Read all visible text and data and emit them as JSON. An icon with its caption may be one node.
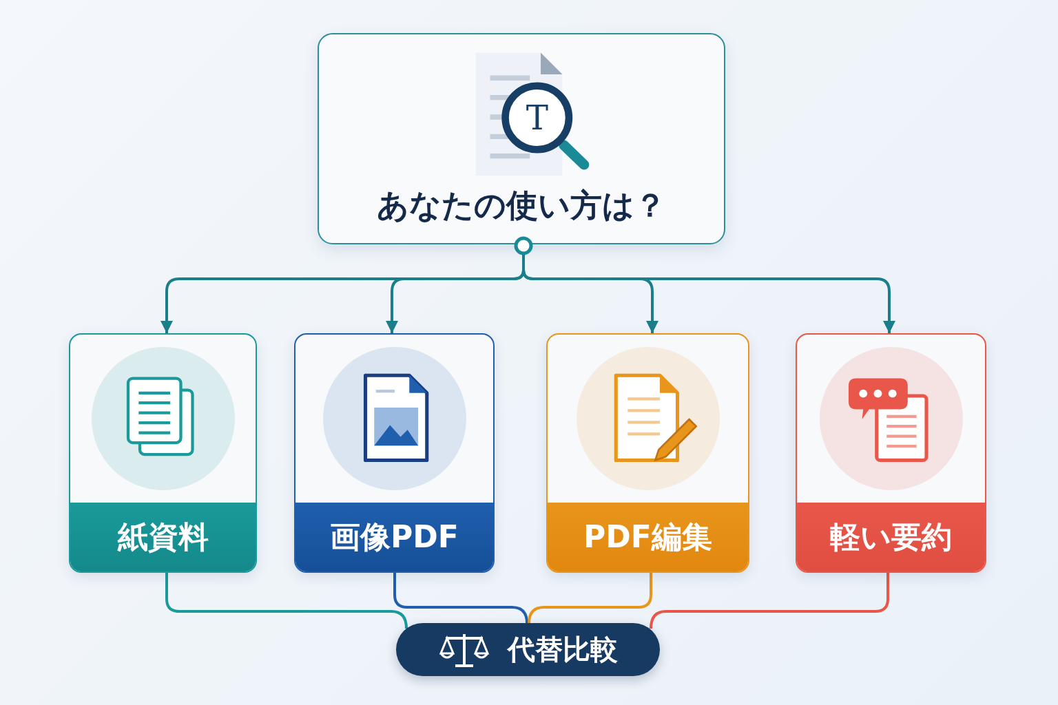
{
  "diagram": {
    "nodes": [
      {
        "text": [
          "あなたの使い方は？"
        ]
      },
      {
        "text": [
          "紙資料"
        ]
      },
      {
        "text": [
          "画像PDF"
        ]
      },
      {
        "text": [
          "PDF編集"
        ]
      },
      {
        "text": [
          "軽い要約"
        ]
      },
      {
        "text": [
          "代替比較"
        ]
      }
    ],
    "edges": [
      {
        "from": 0,
        "to": 1,
        "arrow": "to"
      },
      {
        "from": 0,
        "to": 2,
        "arrow": "to"
      },
      {
        "from": 0,
        "to": 3,
        "arrow": "to"
      },
      {
        "from": 0,
        "to": 4,
        "arrow": "to"
      },
      {
        "from": 1,
        "to": 5,
        "arrow": "none",
        "color": "#1a9a9a"
      },
      {
        "from": 2,
        "to": 5,
        "arrow": "none",
        "color": "#1f5fae"
      },
      {
        "from": 3,
        "to": 5,
        "arrow": "none",
        "color": "#e8951c"
      },
      {
        "from": 4,
        "to": 5,
        "arrow": "none",
        "color": "#e8574a"
      }
    ],
    "labels": [
      "T"
    ]
  }
}
